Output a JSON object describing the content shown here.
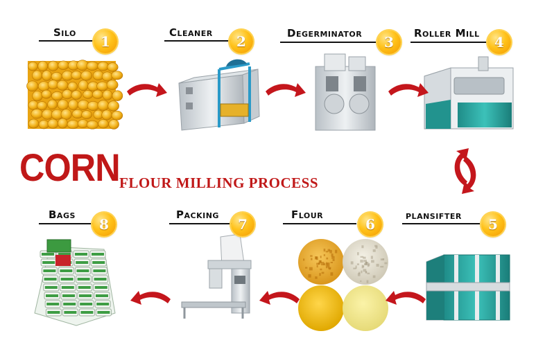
{
  "title": {
    "main": "CORN",
    "sub": "FLOUR MILLING PROCESS"
  },
  "steps": [
    {
      "label": "Silo",
      "number": "1"
    },
    {
      "label": "Cleaner",
      "number": "2"
    },
    {
      "label": "Degerminator",
      "number": "3"
    },
    {
      "label": "Roller Mill",
      "number": "4"
    },
    {
      "label": "plansifter",
      "number": "5"
    },
    {
      "label": "Flour",
      "number": "6"
    },
    {
      "label": "Packing",
      "number": "7"
    },
    {
      "label": "Bags",
      "number": "8"
    }
  ],
  "colors": {
    "title_red": "#c01818",
    "arrow_red": "#c4161c",
    "badge_orange": "#f7a400",
    "machine_teal": "#2aa6a0",
    "machine_grey": "#d9dde0"
  },
  "icons": {
    "arrow": "curved-arrow-icon",
    "cycle": "cycle-arrows-icon"
  }
}
